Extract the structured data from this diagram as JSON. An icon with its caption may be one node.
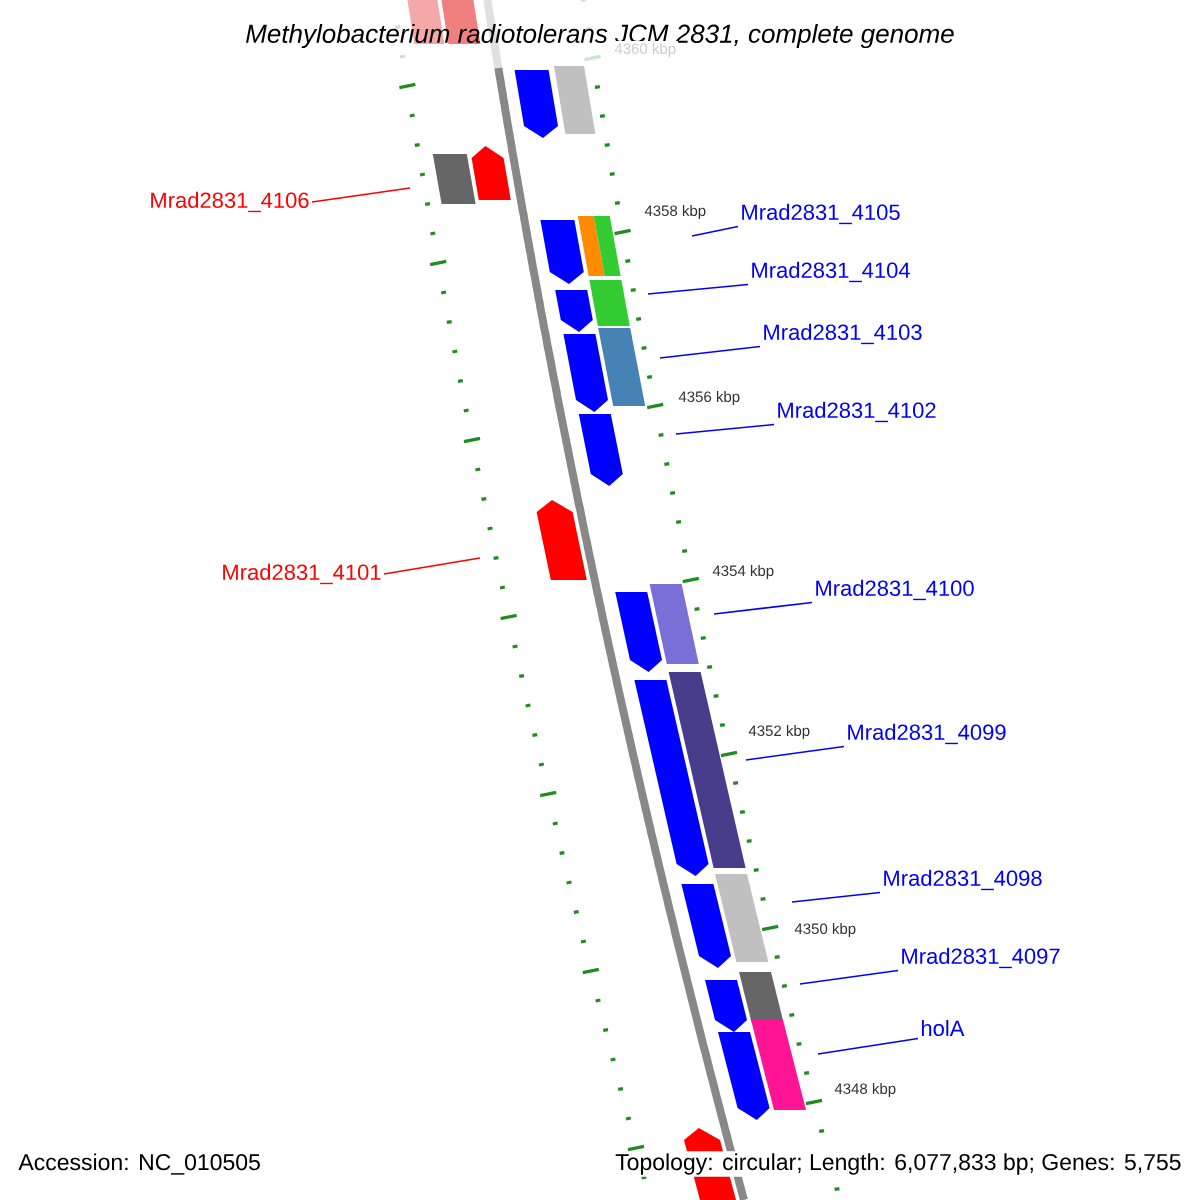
{
  "diagram": {
    "title": "Methylobacterium radiotolerans JCM 2831, complete genome",
    "nodes": [
      {
        "text": [
          "Mrad2831_4106"
        ]
      },
      {
        "text": [
          "Mrad2831_4105"
        ]
      },
      {
        "text": [
          "Mrad2831_4104"
        ]
      },
      {
        "text": [
          "Mrad2831_4103"
        ]
      },
      {
        "text": [
          "Mrad2831_4102"
        ]
      },
      {
        "text": [
          "Mrad2831_4101"
        ]
      },
      {
        "text": [
          "Mrad2831_4100"
        ]
      },
      {
        "text": [
          "Mrad2831_4099"
        ]
      },
      {
        "text": [
          "Mrad2831_4098"
        ]
      },
      {
        "text": [
          "Mrad2831_4097"
        ]
      },
      {
        "text": [
          "holA"
        ]
      }
    ],
    "edges": [
      {
        "from": 0,
        "to": null,
        "arrow": "none",
        "color": "#ff0000"
      },
      {
        "from": 1,
        "to": null,
        "arrow": "none"
      },
      {
        "from": 2,
        "to": null,
        "arrow": "none"
      },
      {
        "from": 3,
        "to": null,
        "arrow": "none"
      },
      {
        "from": 4,
        "to": null,
        "arrow": "none"
      },
      {
        "from": 5,
        "to": null,
        "arrow": "none",
        "color": "#ff0000"
      },
      {
        "from": 6,
        "to": null,
        "arrow": "none"
      },
      {
        "from": 7,
        "to": null,
        "arrow": "none"
      },
      {
        "from": 8,
        "to": null,
        "arrow": "none"
      },
      {
        "from": 9,
        "to": null,
        "arrow": "none"
      },
      {
        "from": 10,
        "to": null,
        "arrow": "none"
      }
    ],
    "labels": [
      "4360 kbp",
      "4358 kbp",
      "4356 kbp",
      "4354 kbp",
      "4352 kbp",
      "4350 kbp",
      "4348 kbp",
      "Accession: NC_010505",
      "Topology: circular; Length: 6,077,833 bp; Genes: 5,755"
    ]
  }
}
